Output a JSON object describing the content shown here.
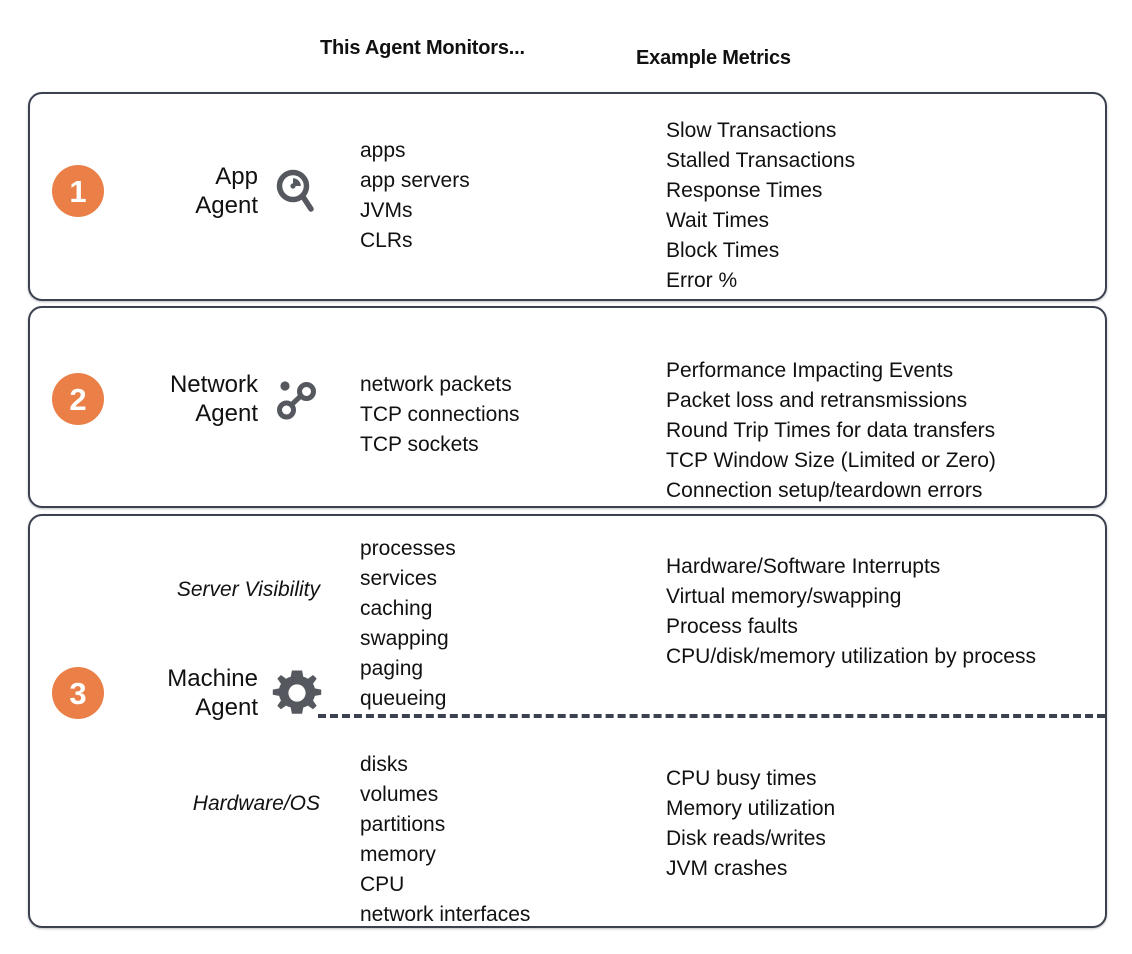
{
  "headers": {
    "monitors": "This Agent Monitors...",
    "metrics": "Example Metrics"
  },
  "colors": {
    "badge_orange": "#ea8047",
    "card_border": "#3b414e",
    "icon_gray": "#55595f",
    "text": "#111111",
    "background": "#ffffff"
  },
  "rows": [
    {
      "number": "1",
      "agent_name_line1": "App",
      "agent_name_line2": "Agent",
      "icon": "magnifier-clock-icon",
      "monitors": [
        "apps",
        "app servers",
        "JVMs",
        "CLRs"
      ],
      "metrics": [
        "Slow Transactions",
        "Stalled Transactions",
        "Response Times",
        "Wait Times",
        "Block Times",
        "Error %"
      ]
    },
    {
      "number": "2",
      "agent_name_line1": "Network",
      "agent_name_line2": "Agent",
      "icon": "network-nodes-icon",
      "monitors": [
        "network packets",
        "TCP connections",
        "TCP sockets"
      ],
      "metrics": [
        "Performance Impacting Events",
        "Packet loss and retransmissions",
        "Round Trip Times for data transfers",
        "TCP Window Size (Limited or Zero)",
        "Connection setup/teardown errors"
      ]
    },
    {
      "number": "3",
      "agent_name_line1": "Machine",
      "agent_name_line2": "Agent",
      "icon": "gear-icon",
      "blocks": [
        {
          "label": "Server Visibility",
          "monitors": [
            "processes",
            "services",
            "caching",
            "swapping",
            "paging",
            "queueing"
          ],
          "metrics": [
            "Hardware/Software Interrupts",
            "Virtual memory/swapping",
            "Process faults",
            "CPU/disk/memory utilization by process"
          ]
        },
        {
          "label": "Hardware/OS",
          "monitors": [
            "disks",
            "volumes",
            "partitions",
            "memory",
            "CPU",
            "network interfaces"
          ],
          "metrics": [
            "CPU busy times",
            "Memory utilization",
            "Disk reads/writes",
            "JVM crashes"
          ]
        }
      ]
    }
  ]
}
